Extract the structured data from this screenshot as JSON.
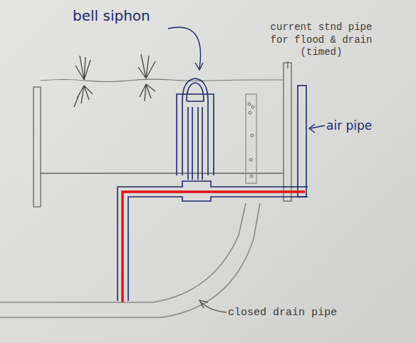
{
  "diagram": {
    "labels": [
      "bell siphon",
      "current stnd pipe for flood & drain (timed)",
      "air pipe",
      "closed drain pipe"
    ]
  }
}
